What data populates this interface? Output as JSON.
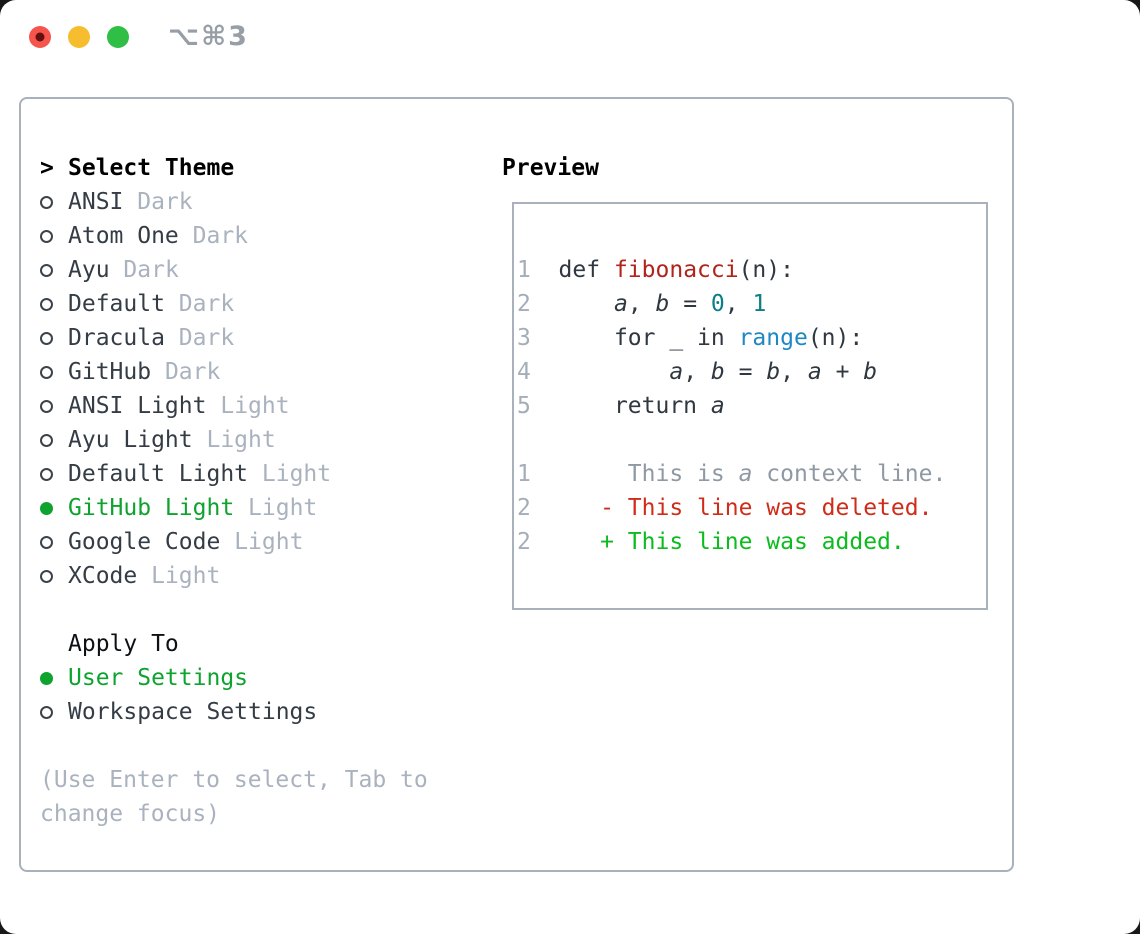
{
  "window": {
    "shortcut_label": "⌥⌘3",
    "traffic_lights": [
      {
        "name": "close",
        "color": "#f6554d",
        "inner_dot": "#63100e"
      },
      {
        "name": "minimize",
        "color": "#f6bd2f"
      },
      {
        "name": "zoom",
        "color": "#2fbe46"
      }
    ]
  },
  "theme_panel": {
    "prompt": ">",
    "title": "Select Theme",
    "themes": [
      {
        "name": "ANSI",
        "variant": "Dark",
        "selected": false
      },
      {
        "name": "Atom One",
        "variant": "Dark",
        "selected": false
      },
      {
        "name": "Ayu",
        "variant": "Dark",
        "selected": false
      },
      {
        "name": "Default",
        "variant": "Dark",
        "selected": false
      },
      {
        "name": "Dracula",
        "variant": "Dark",
        "selected": false
      },
      {
        "name": "GitHub",
        "variant": "Dark",
        "selected": false
      },
      {
        "name": "ANSI Light",
        "variant": "Light",
        "selected": false
      },
      {
        "name": "Ayu Light",
        "variant": "Light",
        "selected": false
      },
      {
        "name": "Default Light",
        "variant": "Light",
        "selected": false
      },
      {
        "name": "GitHub Light",
        "variant": "Light",
        "selected": true
      },
      {
        "name": "Google Code",
        "variant": "Light",
        "selected": false
      },
      {
        "name": "XCode",
        "variant": "Light",
        "selected": false
      }
    ],
    "apply_to": {
      "title": "Apply To",
      "options": [
        {
          "label": "User Settings",
          "selected": true
        },
        {
          "label": "Workspace Settings",
          "selected": false
        }
      ]
    },
    "hint": "(Use Enter to select, Tab to change focus)"
  },
  "preview": {
    "title": "Preview",
    "lines": [
      {
        "tokens": [
          {
            "t": "1",
            "c": "lnum"
          },
          {
            "t": "  def ",
            "c": "fg"
          },
          {
            "t": "fibonacci",
            "c": "func"
          },
          {
            "t": "(n):",
            "c": "fg"
          }
        ]
      },
      {
        "tokens": [
          {
            "t": "2",
            "c": "lnum"
          },
          {
            "t": "      ",
            "c": "fg"
          },
          {
            "t": "a",
            "c": "var"
          },
          {
            "t": ", ",
            "c": "fg"
          },
          {
            "t": "b",
            "c": "var"
          },
          {
            "t": " = ",
            "c": "fg"
          },
          {
            "t": "0",
            "c": "num"
          },
          {
            "t": ", ",
            "c": "fg"
          },
          {
            "t": "1",
            "c": "num"
          }
        ]
      },
      {
        "tokens": [
          {
            "t": "3",
            "c": "lnum"
          },
          {
            "t": "      for _ in ",
            "c": "fg"
          },
          {
            "t": "range",
            "c": "builtin"
          },
          {
            "t": "(n):",
            "c": "fg"
          }
        ]
      },
      {
        "tokens": [
          {
            "t": "4",
            "c": "lnum"
          },
          {
            "t": "          ",
            "c": "fg"
          },
          {
            "t": "a",
            "c": "var"
          },
          {
            "t": ", ",
            "c": "fg"
          },
          {
            "t": "b",
            "c": "var"
          },
          {
            "t": " = ",
            "c": "fg"
          },
          {
            "t": "b",
            "c": "var"
          },
          {
            "t": ", ",
            "c": "fg"
          },
          {
            "t": "a",
            "c": "var"
          },
          {
            "t": " + ",
            "c": "fg"
          },
          {
            "t": "b",
            "c": "var"
          }
        ]
      },
      {
        "tokens": [
          {
            "t": "5",
            "c": "lnum"
          },
          {
            "t": "      return ",
            "c": "fg"
          },
          {
            "t": "a",
            "c": "var"
          }
        ]
      },
      {
        "tokens": []
      },
      {
        "tokens": [
          {
            "t": "1",
            "c": "lnum"
          },
          {
            "t": "       This is ",
            "c": "ctx"
          },
          {
            "t": "a",
            "c": "ctxvar"
          },
          {
            "t": " context line.",
            "c": "ctx"
          }
        ]
      },
      {
        "tokens": [
          {
            "t": "2",
            "c": "lnum"
          },
          {
            "t": "     ",
            "c": "fg"
          },
          {
            "t": "- This line was deleted.",
            "c": "del"
          }
        ]
      },
      {
        "tokens": [
          {
            "t": "2",
            "c": "lnum"
          },
          {
            "t": "     ",
            "c": "fg"
          },
          {
            "t": "+ This line was added.",
            "c": "add"
          }
        ]
      }
    ]
  },
  "colors": {
    "accent_green": "#0ea32f",
    "added_green": "#0cbb1d",
    "deleted_red": "#cf2c1a",
    "function_red": "#b0241c",
    "number_teal": "#0c7e85",
    "builtin_blue": "#1e87c5",
    "code_fg": "#2f3740",
    "text_dark": "#343c45",
    "muted_gray": "#a9b2be",
    "line_number_gray": "#a4aeb9",
    "context_gray": "#8f99a3",
    "border_gray": "#a9b1bc"
  }
}
